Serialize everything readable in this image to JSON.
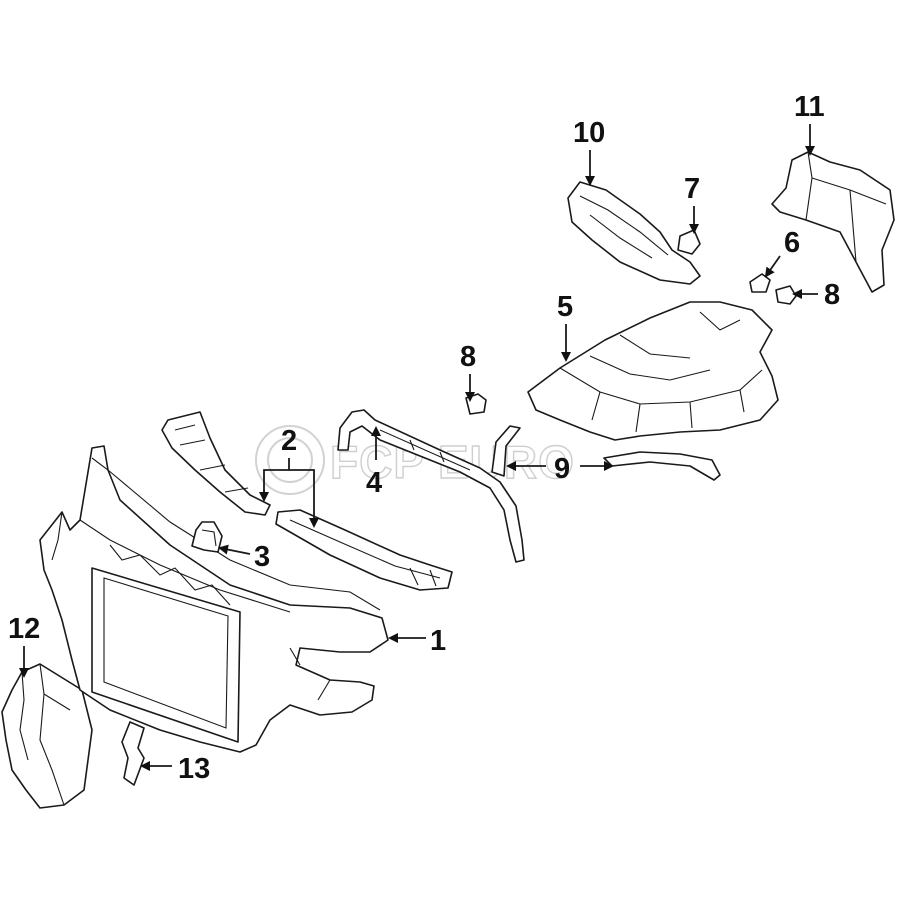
{
  "watermark": {
    "text": "FCP EURO"
  },
  "callouts": [
    {
      "id": "1",
      "label": "1"
    },
    {
      "id": "2",
      "label": "2"
    },
    {
      "id": "3",
      "label": "3"
    },
    {
      "id": "4",
      "label": "4"
    },
    {
      "id": "5",
      "label": "5"
    },
    {
      "id": "6",
      "label": "6"
    },
    {
      "id": "7",
      "label": "7"
    },
    {
      "id": "8a",
      "label": "8"
    },
    {
      "id": "8b",
      "label": "8"
    },
    {
      "id": "9",
      "label": "9"
    },
    {
      "id": "10",
      "label": "10"
    },
    {
      "id": "11",
      "label": "11"
    },
    {
      "id": "12",
      "label": "12"
    },
    {
      "id": "13",
      "label": "13"
    }
  ]
}
